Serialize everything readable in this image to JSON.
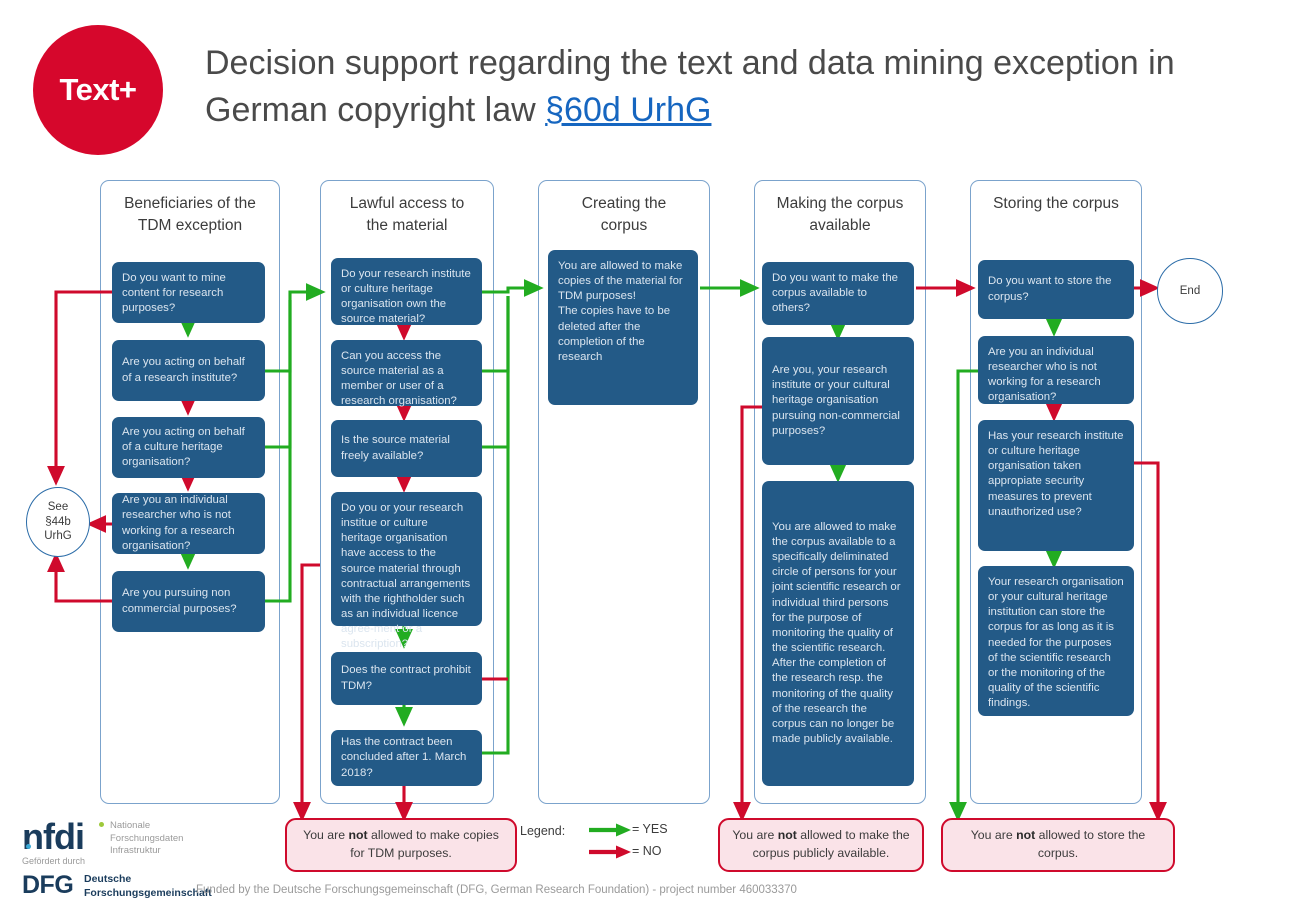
{
  "header": {
    "logo_text": "Text+",
    "logo_color": "#d6072c",
    "title_part1": "Decision support regarding the text and data mining exception in German copyright law ",
    "title_link": "§60d UrhG",
    "link_color": "#1666c0"
  },
  "colors": {
    "box_blue": "#235a87",
    "lane_border": "#7ba3cc",
    "yes_green": "#22ac21",
    "no_red": "#cf0a2c",
    "result_fill": "#fae3e8"
  },
  "lanes": [
    {
      "title": "Beneficiaries of the\nTDM exception"
    },
    {
      "title": "Lawful access to\nthe material"
    },
    {
      "title": "Creating the\ncorpus"
    },
    {
      "title": "Making the corpus\navailable"
    },
    {
      "title": "Storing the corpus"
    }
  ],
  "lane1_boxes": [
    "Do you want to mine content for research purposes?",
    "Are you acting on behalf of a research institute?",
    "Are you acting on behalf of a culture heritage organisation?",
    "Are you an individual researcher who is not working for a research organisation?",
    "Are you pursuing non commercial purposes?"
  ],
  "lane2_boxes": [
    "Do your research institute or culture heritage organisation own the source material?",
    "Can you access the source material as a member or user of a research organisation?",
    "Is the source material freely available?",
    "Do you or your research institue or culture heritage organisation have access to the source material through contractual arrangements with the rightholder such as an individual licence agree-ment or a subscription?",
    "Does the contract prohibit TDM?",
    "Has the contract been concluded after 1. March 2018?"
  ],
  "lane3_boxes": [
    "You are allowed to make copies of the material for TDM purposes!\nThe copies have to be deleted after the completion of the research"
  ],
  "lane4_boxes": [
    "Do you want to make the corpus available to others?",
    "Are you, your research institute or your cultural heritage organisation pursuing non-commercial purposes?",
    "You are allowed to make the corpus available to a specifically deliminated circle of persons for your joint scientific research or individual third persons for the purpose of monitoring the quality of the scientific research. After the completion of the research resp. the monitoring of the quality of the research the corpus can no longer be made publicly available."
  ],
  "lane5_boxes": [
    "Do you want to store the corpus?",
    "Are you an individual researcher who is not working for a research organisation?",
    "Has your research institute or culture heritage organisation taken appropiate security measures to prevent unauthorized use?",
    "Your research organisation or your cultural heritage institution can store the corpus for as long as it is needed for the purposes of the scientific research or the monitoring of the quality of the scientific findings."
  ],
  "terminators": {
    "see_44b": "See\n§44b\nUrhG",
    "end": "End"
  },
  "results": [
    {
      "pre": "You are ",
      "bold": "not",
      "post": " allowed to make copies for TDM purposes."
    },
    {
      "pre": "You are ",
      "bold": "not",
      "post": " allowed to make the corpus publicly available."
    },
    {
      "pre": "You are ",
      "bold": "not",
      "post": " allowed to store the corpus."
    }
  ],
  "legend": {
    "label": "Legend:",
    "yes": "= YES",
    "no": "= NO"
  },
  "footer": {
    "nfdi_word": "nfdi",
    "nfdi_sub": "Nationale\nForschungsdaten\nInfrastruktur",
    "dfg_pre": "Gefördert durch",
    "dfg_word": "DFG",
    "dfg_sub": "Deutsche\nForschungsgemeinschaft",
    "funding_note": "Funded by the Deutsche Forschungsgemeinschaft (DFG, German Research Foundation) - project number 460033370"
  }
}
